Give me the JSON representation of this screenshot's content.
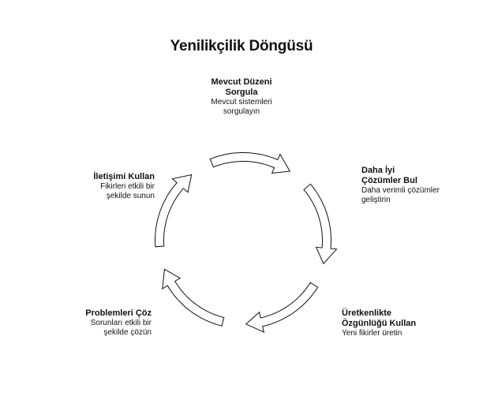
{
  "title": "Yenilikçilik Döngüsü",
  "colors": {
    "arrow_stroke": "#111111",
    "arrow_fill": "#ffffff",
    "text": "#111111",
    "background": "#ffffff"
  },
  "cycle": {
    "direction": "clockwise",
    "arrow_count": 5
  },
  "nodes": [
    {
      "head_line1": "Mevcut Düzeni",
      "head_line2": "Sorgula",
      "desc_line1": "Mevcut sistemleri",
      "desc_line2": "sorgulayın"
    },
    {
      "head_line1": "Daha İyi",
      "head_line2": "Çözümler Bul",
      "desc_line1": "Daha verimli çözümler",
      "desc_line2": "geliştirin"
    },
    {
      "head_line1": "Üretkenlikte",
      "head_line2": "Özgünlüğü Kullan",
      "desc_line1": "Yeni fikirler üretin",
      "desc_line2": ""
    },
    {
      "head_line1": "Problemleri Çöz",
      "head_line2": "",
      "desc_line1": "Sorunları etkili bir",
      "desc_line2": "şekilde çözün"
    },
    {
      "head_line1": "İletişimi Kullan",
      "head_line2": "",
      "desc_line1": "Fikirleri etkili bir",
      "desc_line2": "şekilde sunun"
    }
  ]
}
